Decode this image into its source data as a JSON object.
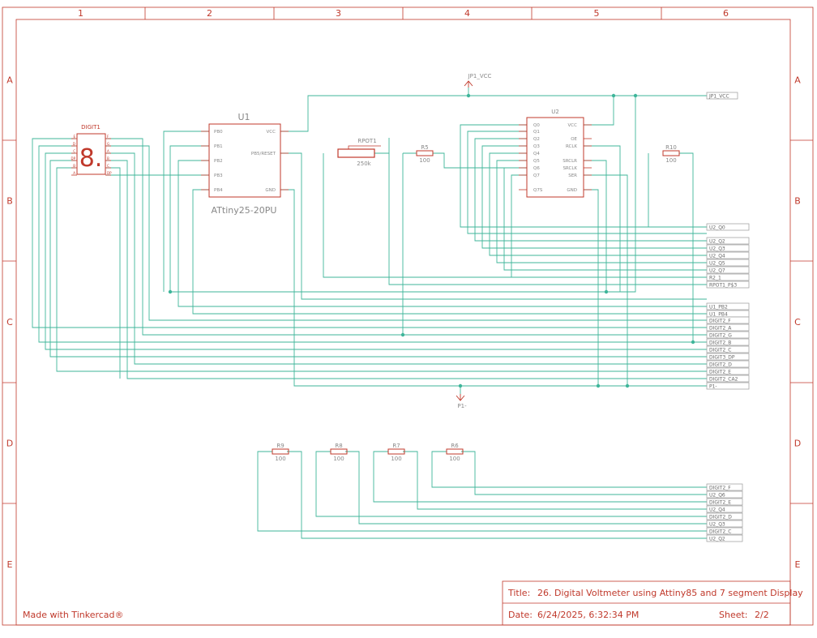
{
  "frame": {
    "columns": [
      "1",
      "2",
      "3",
      "4",
      "5",
      "6"
    ],
    "rows": [
      "A",
      "B",
      "C",
      "D",
      "E"
    ]
  },
  "components": {
    "digit1": {
      "label": "DIGIT1",
      "glyph": "8.",
      "left_pins": [
        "E",
        "D",
        "C",
        "DP",
        "B",
        "A"
      ],
      "right_pins": [
        "F",
        "G",
        "A",
        "B",
        "C",
        "DP"
      ]
    },
    "u1": {
      "label": "U1",
      "part": "ATtiny25-20PU",
      "left_pins": [
        "PB0",
        "PB1",
        "PB2",
        "PB3",
        "PB4"
      ],
      "right_pins": [
        "VCC",
        "PB5/RESET",
        "GND"
      ]
    },
    "rpot1": {
      "label": "RPOT1",
      "value": "250k"
    },
    "r5": {
      "label": "R5",
      "value": "100"
    },
    "u2": {
      "label": "U2",
      "left_pins": [
        "Q0",
        "Q1",
        "Q2",
        "Q3",
        "Q4",
        "Q5",
        "Q6",
        "Q7",
        "Q7S"
      ],
      "right_pins": [
        "VCC",
        "OE",
        "RCLK",
        "SRCLR",
        "SRCLK",
        "SER",
        "GND"
      ]
    },
    "r10": {
      "label": "R10",
      "value": "100"
    },
    "r9": {
      "label": "R9",
      "value": "100"
    },
    "r8": {
      "label": "R8",
      "value": "100"
    },
    "r7": {
      "label": "R7",
      "value": "100"
    },
    "r6": {
      "label": "R6",
      "value": "100"
    },
    "jp1_vcc": {
      "label": "JP1_VCC"
    },
    "p1_minus": {
      "label": "P1-"
    }
  },
  "net_labels_top": [
    "JP1_VCC"
  ],
  "net_labels_right": [
    "U2_Q0",
    "U2_Q2",
    "U2_Q3",
    "U2_Q4",
    "U2_Q5",
    "U2_Q7",
    "R2_1",
    "RPOT1_P$3",
    "U1_PB2",
    "U1_PB4",
    "DIGIT2_F",
    "DIGIT2_A",
    "DIGIT2_G",
    "DIGIT2_B",
    "DIGIT2_C",
    "DIGIT3_DP",
    "DIGIT2_D",
    "DIGIT2_E",
    "DIGIT2_CA2",
    "P1-"
  ],
  "net_labels_lower": [
    "DIGIT2_F",
    "U2_Q6",
    "DIGIT2_E",
    "U2_Q4",
    "DIGIT2_D",
    "U2_Q3",
    "DIGIT2_C",
    "U2_Q2"
  ],
  "title_block": {
    "title_key": "Title:",
    "title_value": "26. Digital Voltmeter using Attiny85 and 7 segment Display",
    "date_key": "Date:",
    "date_value": "6/24/2025, 6:32:34 PM",
    "sheet_key": "Sheet:",
    "sheet_value": "2/2"
  },
  "footer": {
    "made_with": "Made with Tinkercad®"
  },
  "colors": {
    "frame": "#c0392b",
    "wire": "#3fb59a",
    "component": "#c0392b",
    "pin_text": "#c0392b"
  }
}
